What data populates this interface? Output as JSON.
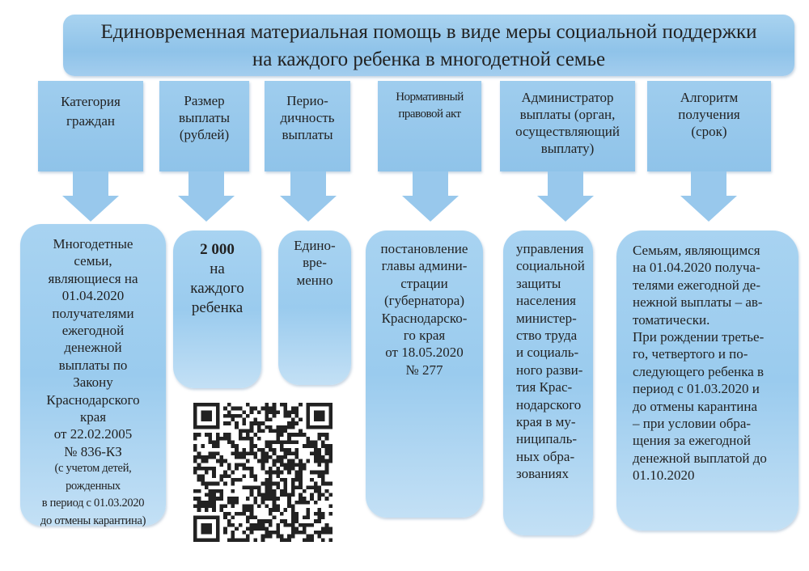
{
  "title": {
    "line1": "Единовременная материальная помощь в виде меры социальной поддержки",
    "line2": "на каждого ребенка в многодетной семье"
  },
  "columns": [
    {
      "header": [
        "Категория",
        "граждан"
      ],
      "body": [
        "Многодетные",
        "семьи,",
        "являющиеся на",
        "01.04.2020",
        "получателями",
        "ежегодной",
        "денежной",
        "выплаты по",
        "Закону",
        "Краснодарского",
        "края",
        "от 22.02.2005",
        "№ 836-КЗ"
      ],
      "note": [
        "(с учетом детей,",
        "рожденных",
        "в период с 01.03.2020",
        "до отмены карантина)"
      ]
    },
    {
      "header": [
        "Размер",
        "выплаты",
        "(рублей)"
      ],
      "amount": "2 000",
      "body": [
        "на",
        "каждого",
        "ребенка"
      ]
    },
    {
      "header": [
        "Перио-",
        "дичность",
        "выплаты"
      ],
      "body": [
        "Едино-",
        "вре-",
        "менно"
      ]
    },
    {
      "header": [
        "Нормативный",
        "правовой акт"
      ],
      "body": [
        "постановление",
        "главы админи-",
        "страции",
        "(губернатора)",
        "Краснодарско-",
        "го края",
        "от 18.05.2020",
        "№ 277"
      ]
    },
    {
      "header": [
        "Администратор",
        "выплаты (орган,",
        "осуществляющий",
        "выплату)"
      ],
      "body": [
        "управления",
        "социальной",
        "защиты",
        "населения",
        "министер-",
        "ство труда",
        "и социаль-",
        "ного разви-",
        "тия Крас-",
        "нодарского",
        "края в му-",
        "ниципаль-",
        "ных обра-",
        "зованиях"
      ]
    },
    {
      "header": [
        "Алгоритм",
        "получения",
        "(срок)"
      ],
      "body": [
        "Семьям, являющимся",
        "на 01.04.2020 получа-",
        "телями ежегодной де-",
        "нежной выплаты – ав-",
        "томатически.",
        "При рождении третье-",
        "го, четвертого и по-",
        "следующего ребенка в",
        "период с 01.03.2020 и",
        "до отмены карантина",
        "– при условии обра-",
        "щения за ежегодной",
        "денежной выплатой до",
        "01.10.2020"
      ]
    }
  ],
  "colors": {
    "box": "#9acbee",
    "arrow": "#98c8ec"
  }
}
